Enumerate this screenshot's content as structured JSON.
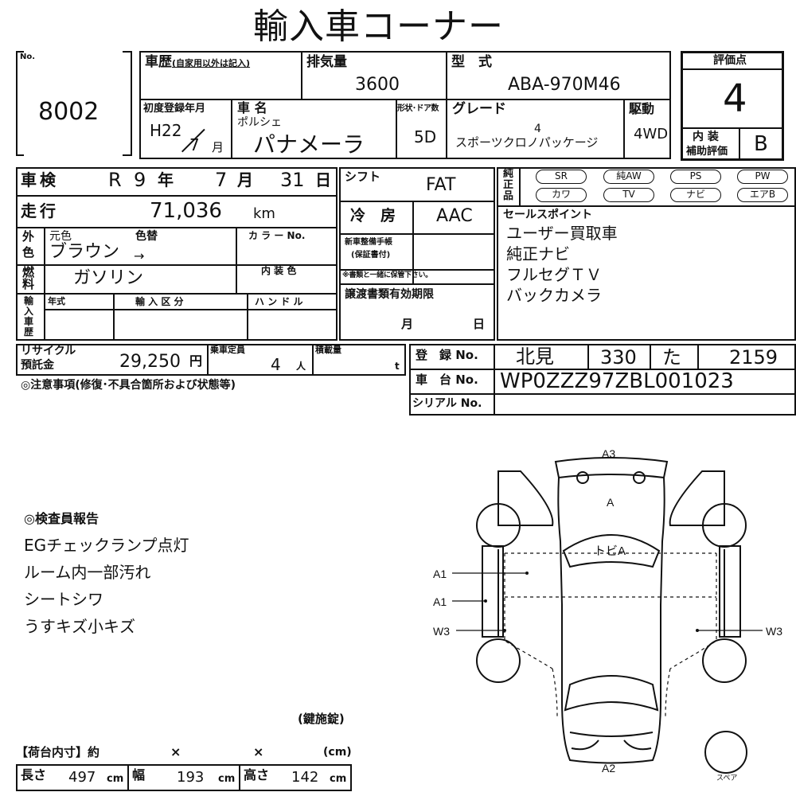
{
  "title": "輸入車コーナー",
  "no": {
    "label": "No.",
    "value": "8002"
  },
  "history": {
    "label": "車歴",
    "note": "(自家用以外は記入)"
  },
  "displacement": {
    "label": "排気量",
    "value": "3600"
  },
  "model": {
    "label": "型　式",
    "value": "ABA-970M46"
  },
  "score": {
    "label": "評価点",
    "value": "4",
    "interior_label_1": "内 装",
    "interior_label_2": "補助評価",
    "interior_value": "B"
  },
  "first_reg": {
    "label": "初度登録年月",
    "year": "H22",
    "month": "7",
    "month_unit": "月"
  },
  "car_name": {
    "label": "車 名",
    "maker": "ポルシェ",
    "name": "パナメーラ"
  },
  "doors": {
    "label": "形状･ドア数",
    "value": "5D"
  },
  "grade": {
    "label": "グレード",
    "code": "4",
    "value": "スポーツクロノパッケージ"
  },
  "drive": {
    "label": "駆動",
    "value": "4WD"
  },
  "inspection": {
    "label": "車検",
    "era": "R",
    "year": "9",
    "year_unit": "年",
    "month": "7",
    "month_unit": "月",
    "day": "31",
    "day_unit": "日"
  },
  "mileage": {
    "label": "走行",
    "value": "71,036",
    "unit": "km"
  },
  "shift": {
    "label": "シフト",
    "value": "FAT"
  },
  "ac": {
    "label": "冷　房",
    "value": "AAC"
  },
  "genuine": {
    "label_1": "純",
    "label_2": "正",
    "label_3": "品",
    "items": [
      "SR",
      "純AW",
      "PS",
      "PW",
      "カワ",
      "TV",
      "ナビ",
      "エアB"
    ]
  },
  "exterior": {
    "label_1": "外",
    "label_2": "色",
    "orig_label": "元色",
    "change_label": "色替",
    "value": "ブラウン",
    "arrow": "→",
    "color_no_label": "カ ラ ー No."
  },
  "fuel": {
    "label_1": "燃",
    "label_2": "料",
    "value": "ガソリン",
    "interior_color_label": "内 装 色"
  },
  "import": {
    "label_1": "輸",
    "label_2": "入",
    "label_3": "車",
    "label_4": "歴",
    "year_label": "年式",
    "type_label": "輸 入 区 分",
    "handle_label": "ハ ン ド ル"
  },
  "manual": {
    "label_1": "新車整備手帳",
    "label_2": "(保証書付)",
    "note": "※書類と一緒に保管下さい。"
  },
  "transfer": {
    "label": "譲渡書類有効期限",
    "month": "月",
    "day": "日"
  },
  "sales_points": {
    "label": "セールスポイント",
    "items": [
      "ユーザー買取車",
      "純正ナビ",
      "フルセグＴＶ",
      "バックカメラ"
    ]
  },
  "recycle": {
    "label_1": "リサイクル",
    "label_2": "預託金",
    "value": "29,250",
    "unit": "円"
  },
  "capacity": {
    "label": "乗車定員",
    "value": "4",
    "unit": "人"
  },
  "load": {
    "label": "積載量",
    "unit": "t"
  },
  "registration": {
    "label": "登　録 No.",
    "area": "北見",
    "class": "330",
    "kana": "た",
    "number": "2159"
  },
  "chassis": {
    "label": "車　台 No.",
    "value": "WP0ZZZ97ZBL001023"
  },
  "serial": {
    "label": "シリアル No."
  },
  "notes_heading": "◎注意事項(修復･不具合箇所および状態等)",
  "inspector": {
    "heading": "◎検査員報告",
    "items": [
      "EGチェックランプ点灯",
      "ルーム内一部汚れ",
      "シートシワ",
      "うすキズ小キズ"
    ]
  },
  "key": "(鍵施錠)",
  "cargo": {
    "label": "【荷台内寸】約",
    "x1": "×",
    "x2": "×",
    "unit": "(cm)"
  },
  "dims": {
    "length_label": "長さ",
    "length": "497",
    "width_label": "幅",
    "width": "193",
    "height_label": "高さ",
    "height": "142",
    "unit": "cm"
  },
  "diagram": {
    "a3": "A3",
    "a": "A",
    "sunroof": "トビA",
    "a1_top": "A1",
    "a1_mid": "A1",
    "w3_left": "W3",
    "w3_right": "W3",
    "a2": "A2",
    "spare": "スペア"
  }
}
